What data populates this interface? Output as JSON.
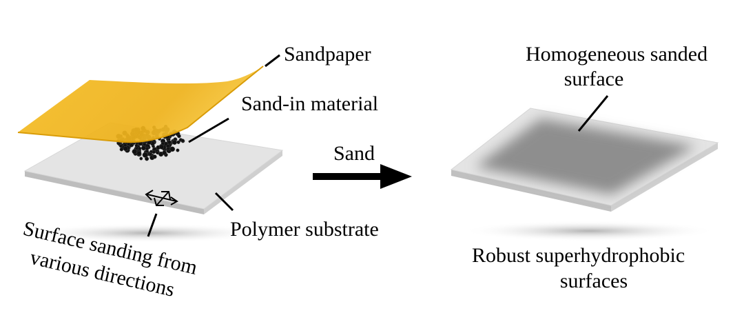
{
  "labels": {
    "sandpaper": "Sandpaper",
    "sand_in_material": "Sand-in material",
    "polymer_substrate": "Polymer substrate",
    "surface_sanding_line1": "Surface sanding from",
    "surface_sanding_line2": "various directions",
    "arrow": "Sand",
    "homogeneous_line1": "Homogeneous sanded",
    "homogeneous_line2": "surface",
    "robust_line1": "Robust superhydrophobic",
    "robust_line2": "surfaces"
  },
  "colors": {
    "sandpaper": "#f2b820",
    "sandpaper_edge": "#d89a0a",
    "substrate_top": "#e3e3e3",
    "substrate_side": "#c8c8c8",
    "sanded_area": "#8c8c8c",
    "particles": "#111111",
    "arrow": "#000000"
  },
  "icons": {
    "direction_indicator": "multi-direction-arrows-icon",
    "process_arrow": "right-arrow-icon"
  }
}
